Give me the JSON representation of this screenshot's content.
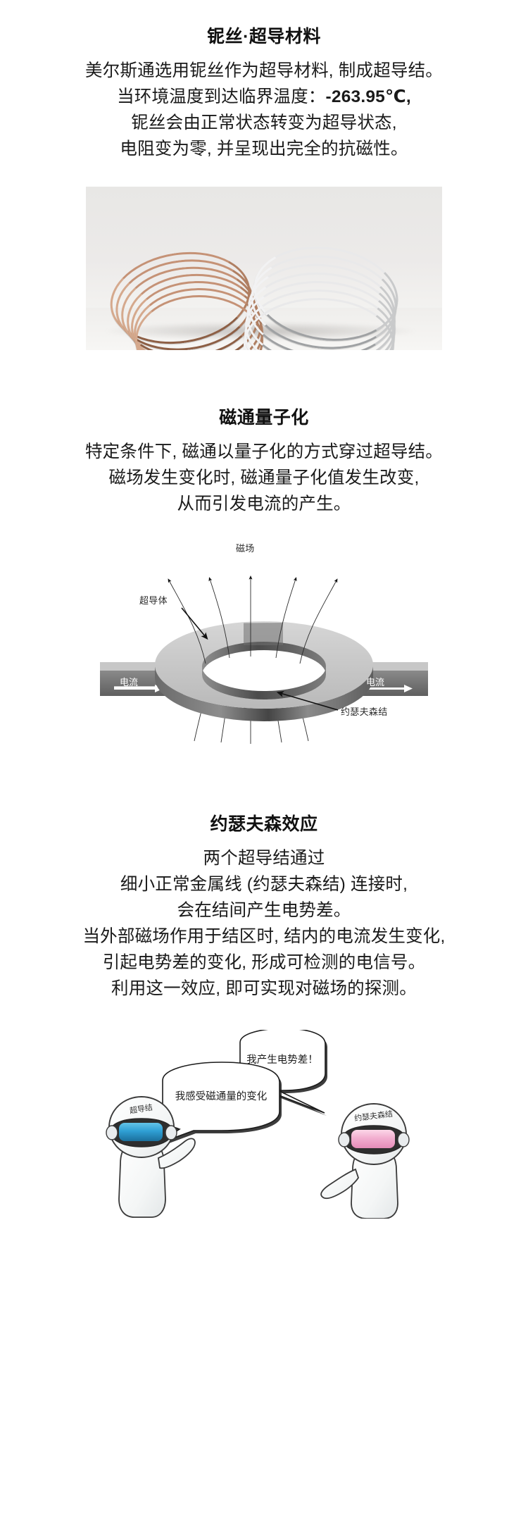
{
  "sections": [
    {
      "id": "niobium",
      "title": "铌丝·超导材料",
      "lines": [
        "美尔斯通选用铌丝作为超导材料, 制成超导结。",
        "当环境温度到达临界温度：",
        "-263.95℃,",
        "铌丝会由正常状态转变为超导状态,",
        "电阻变为零, 并呈现出完全的抗磁性。"
      ],
      "temperature_value": "-263.95℃",
      "figure": {
        "name": "niobium-wire-photo",
        "caption": "铌丝与铜丝线圈照片"
      }
    },
    {
      "id": "flux-quantization",
      "title": "磁通量子化",
      "lines": [
        "特定条件下, 磁通以量子化的方式穿过超导结。",
        "磁场发生变化时, 磁通量子化值发生改变,",
        "从而引发电流的产生。"
      ],
      "figure": {
        "name": "superconducting-ring-diagram",
        "labels": {
          "magnetic_field": "磁场",
          "superconductor": "超导体",
          "current_left": "电流",
          "current_right": "电流",
          "josephson_junction": "约瑟夫森结"
        }
      }
    },
    {
      "id": "josephson-effect",
      "title": "约瑟夫森效应",
      "lines": [
        "两个超导结通过",
        "细小正常金属线 (约瑟夫森结) 连接时,",
        "会在结间产生电势差。",
        "当外部磁场作用于结区时, 结内的电流发生变化,",
        "引起电势差的变化, 形成可检测的电信号。",
        "利用这一效应, 即可实现对磁场的探测。"
      ],
      "figure": {
        "name": "two-characters-cartoon",
        "left_character": {
          "helmet_label": "超导结",
          "visor_color": "#2f9fd4",
          "speech": "我感受磁通量的变化"
        },
        "right_character": {
          "helmet_label": "约瑟夫森结",
          "visor_color": "#f2aed0",
          "speech": "我产生电势差！"
        }
      }
    }
  ],
  "colors": {
    "text": "#1a1a1a",
    "background": "#ffffff",
    "ring_light": "#c9c9c9",
    "ring_dark": "#6d6d6d",
    "lead_bar": "#6d6d6d"
  }
}
